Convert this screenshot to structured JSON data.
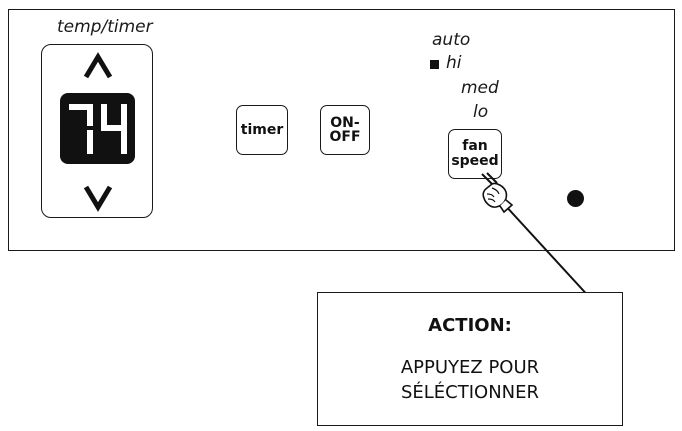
{
  "temp_timer": {
    "label": "temp/timer",
    "display_value": "74",
    "up_icon": "chevron-up-icon",
    "down_icon": "chevron-down-icon"
  },
  "buttons": {
    "timer_label": "timer",
    "onoff_line1": "ON-",
    "onoff_line2": "OFF",
    "fan_line1": "fan",
    "fan_line2": "speed"
  },
  "fan_options": {
    "auto": "auto",
    "hi": "hi",
    "med": "med",
    "lo": "lo",
    "selected": "hi"
  },
  "icons": {
    "hand": "pointing-hand-icon",
    "led": "indicator-light-icon"
  },
  "callout": {
    "title": "ACTION:",
    "line1": "APPUYEZ POUR",
    "line2": "SÉLÉCTIONNER"
  },
  "colors": {
    "ink": "#111111",
    "background": "#ffffff"
  }
}
